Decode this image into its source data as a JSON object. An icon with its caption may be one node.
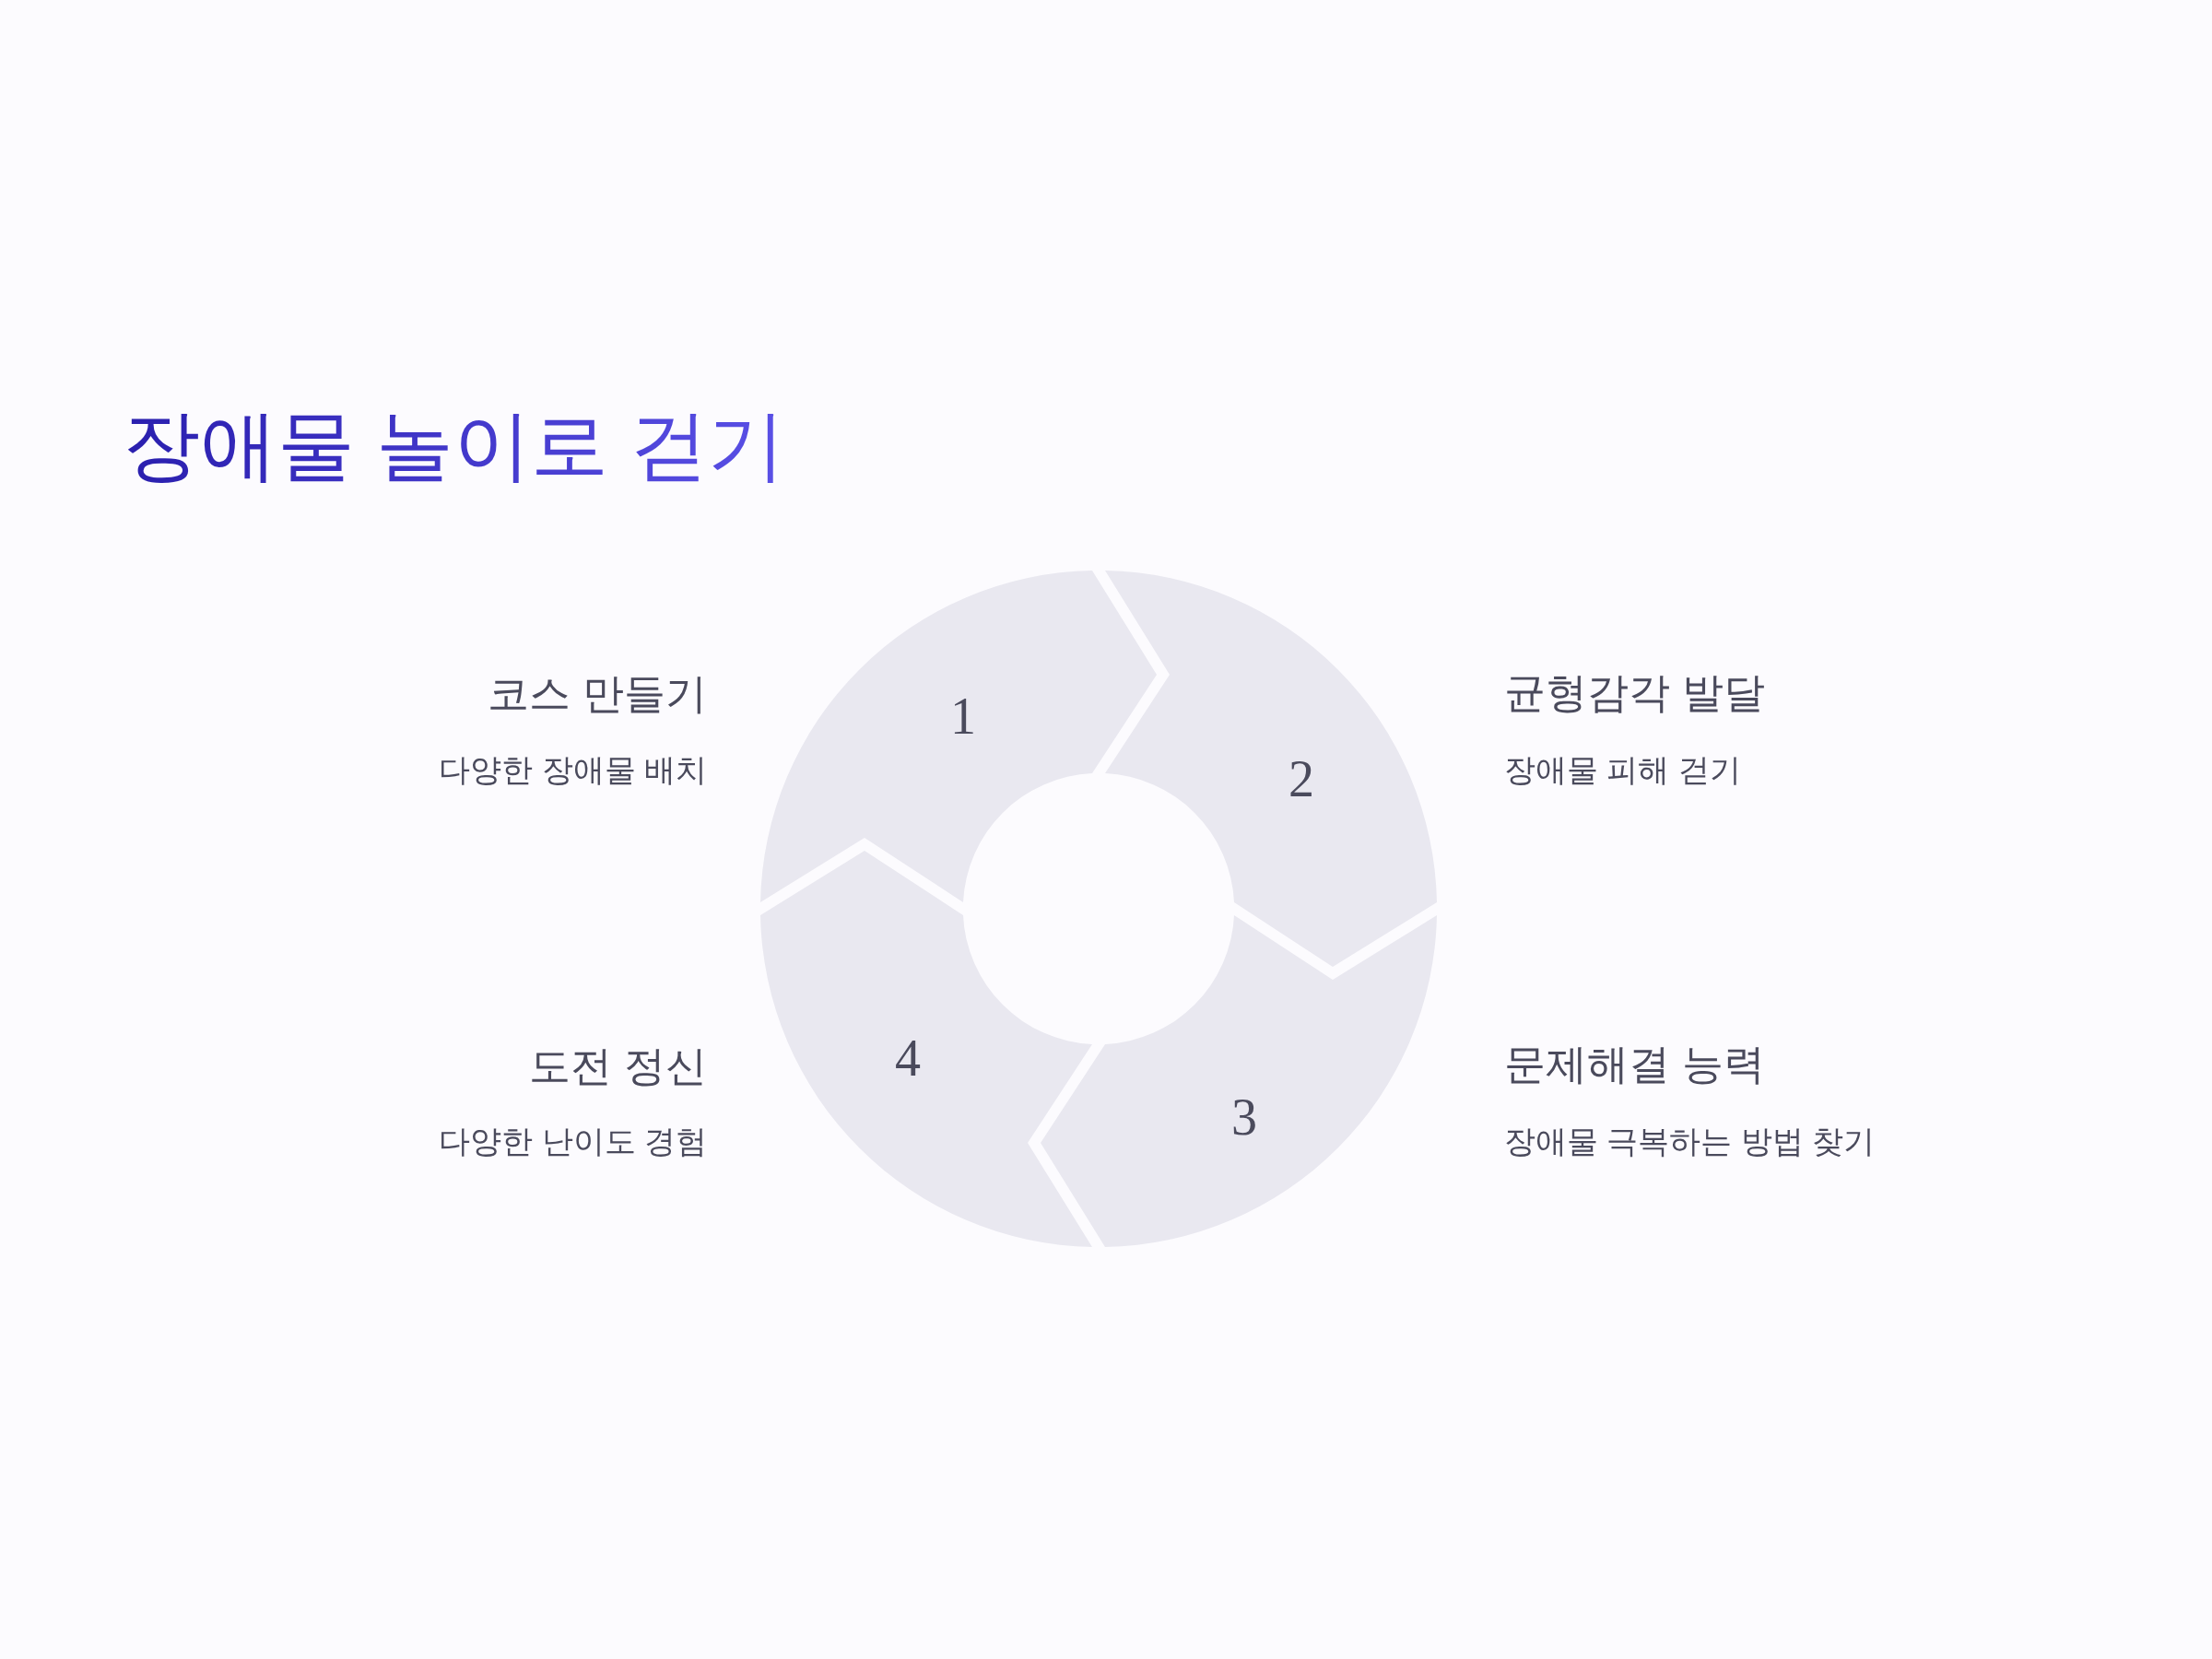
{
  "diagram": {
    "title": "장애물 놀이로 걷기",
    "nodes": [
      {
        "text": [
          "1"
        ],
        "beside": [
          "코스 만들기",
          "다양한 장애물 배치"
        ]
      },
      {
        "text": [
          "2"
        ],
        "beside": [
          "균형감각 발달",
          "장애물 피해 걷기"
        ]
      },
      {
        "text": [
          "3"
        ],
        "beside": [
          "문제해결 능력",
          "장애물 극복하는 방법 찾기"
        ]
      },
      {
        "text": [
          "4"
        ],
        "beside": [
          "도전 정신",
          "다양한 난이도 경험"
        ]
      }
    ]
  }
}
